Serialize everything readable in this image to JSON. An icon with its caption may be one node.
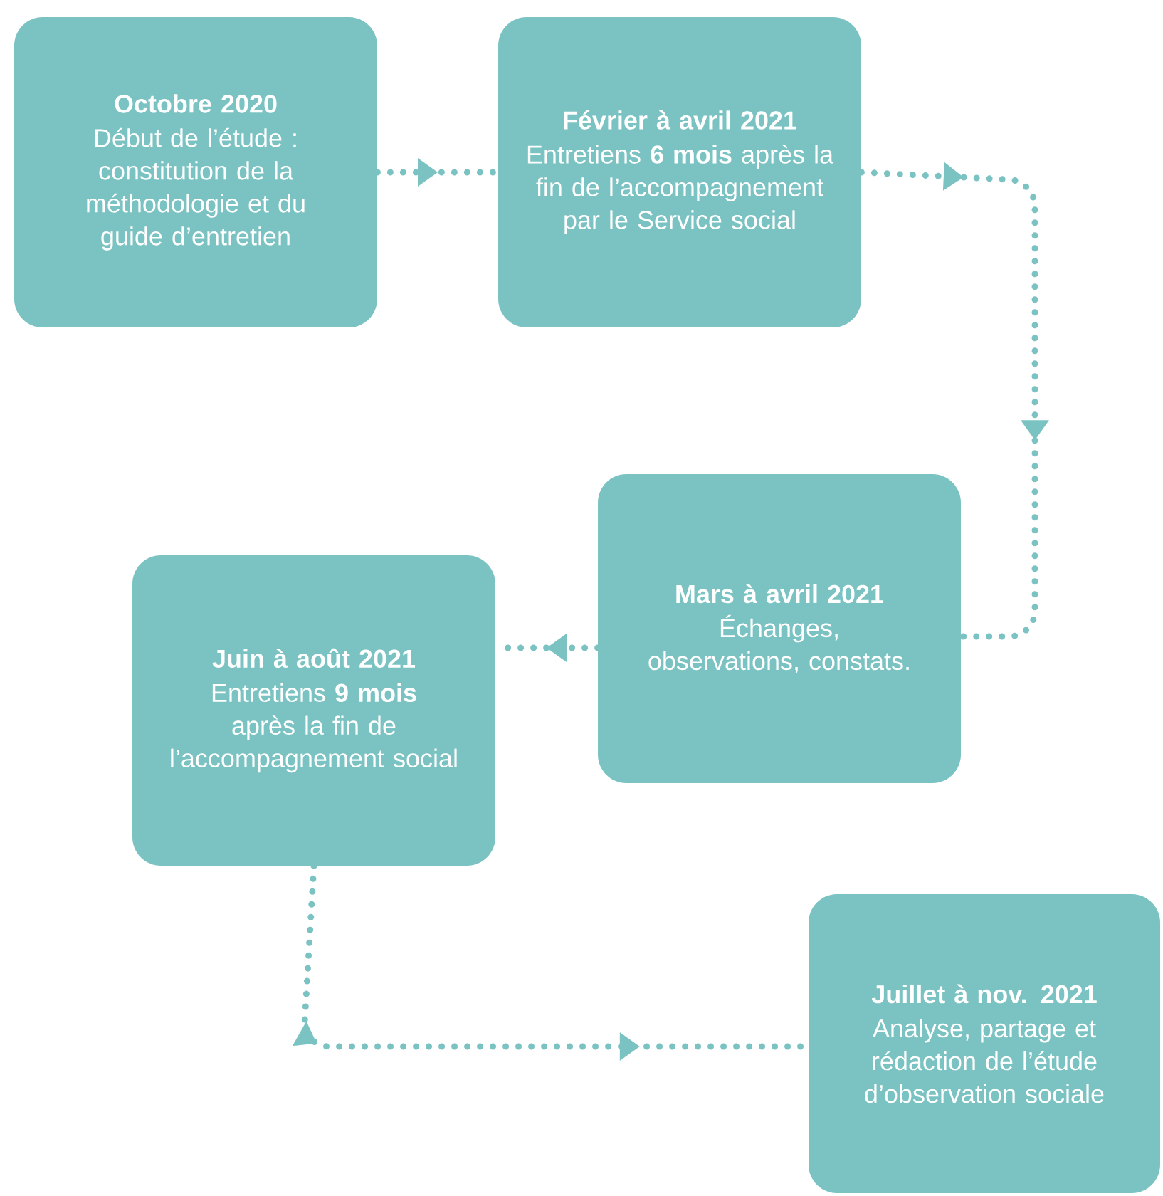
{
  "diagram": {
    "nodes": [
      {
        "text": [
          "Octobre 2020",
          "Début de l’étude : constitution de la méthodologie et du guide d’entretien"
        ]
      },
      {
        "text": [
          "Février à avril 2021",
          "Entretiens **6 mois** après la fin de l’accompagnement par le Service social"
        ]
      },
      {
        "text": [
          "Mars à avril 2021",
          "Échanges, observations, constats."
        ]
      },
      {
        "text": [
          "Juin à août 2021",
          "Entretiens **9 mois** après la fin de l’accompagnement social"
        ]
      },
      {
        "text": [
          "Juillet à nov.  2021",
          "Analyse, partage et rédaction de l’étude d’observation sociale"
        ]
      }
    ],
    "edges": [
      {
        "from": 0,
        "to": 1,
        "arrow": "to"
      },
      {
        "from": 1,
        "to": 2,
        "arrow": "to"
      },
      {
        "from": 2,
        "to": 3,
        "arrow": "to"
      },
      {
        "from": 3,
        "to": 4,
        "arrow": "to"
      }
    ]
  }
}
